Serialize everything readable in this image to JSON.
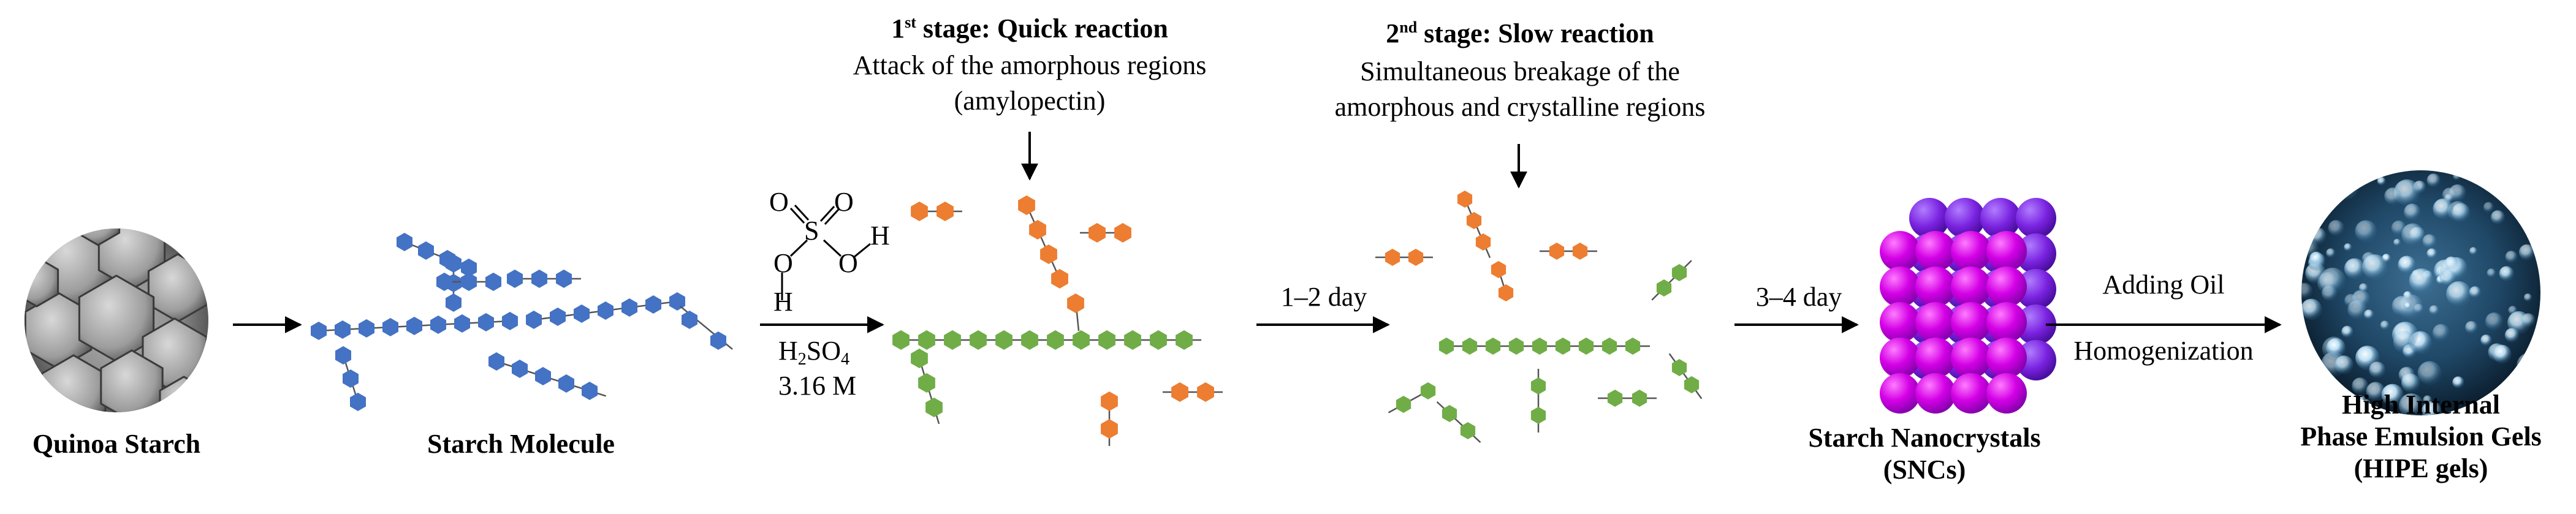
{
  "stage1": {
    "number": "1",
    "suffix": "st",
    "title_rest": " stage: Quick reaction",
    "line1": "Attack of the amorphous regions",
    "line2": "(amylopectin)"
  },
  "stage2": {
    "number": "2",
    "suffix": "nd",
    "title_rest": " stage: Slow reaction",
    "line1": "Simultaneous breakage of the",
    "line2": "amorphous and crystalline regions"
  },
  "reagent": {
    "acid_prefix": "H",
    "acid_sub1": "2",
    "acid_mid": "SO",
    "acid_sub2": "4",
    "concentration": "3.16 M",
    "atom_o1": "O",
    "atom_o2": "O",
    "atom_s": "S",
    "atom_o3": "O",
    "atom_o4": "O",
    "atom_h1": "H",
    "atom_h2": "H"
  },
  "steps": {
    "step1_time": "1–2 day",
    "step2_time": "3–4 day",
    "step3_top": "Adding Oil",
    "step3_bottom": "Homogenization"
  },
  "labels": {
    "quinoa": "Quinoa Starch",
    "molecule": "Starch Molecule",
    "snc_line1": "Starch Nanocrystals",
    "snc_line2": "(SNCs)",
    "hipe_line1": "High Internal",
    "hipe_line2": "Phase Emulsion Gels",
    "hipe_line3": "(HIPE gels)"
  },
  "colors": {
    "blue": "#4472C4",
    "green": "#70AD47",
    "orange": "#ED7D31",
    "purple": "#C000FF",
    "magenta": "#E000E8",
    "violet": "#9B2BF0",
    "sem_gray": "#8a8a8a",
    "gel_dark": "#123048"
  }
}
